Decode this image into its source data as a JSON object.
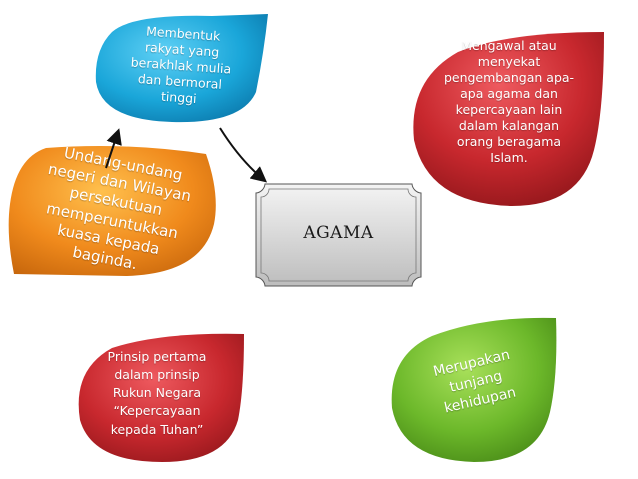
{
  "center": {
    "title": "AGAMA"
  },
  "nodes": {
    "cyan": {
      "text": "Membentuk\nrakyat yang\nberakhlak mulia\ndan bermoral\ntinggi",
      "color": "#1aa6d9"
    },
    "red_top": {
      "text": "Mengawal atau\nmenyekat\npengembangan apa-\napa agama dan\nkepercayaan lain\ndalam kalangan\norang beragama\nIslam.",
      "color": "#c8282e"
    },
    "orange": {
      "text": "Undang-undang\nnegeri dan Wilayan\npersekutuan\nmemperuntukkan\nkuasa kepada\nbaginda.",
      "color": "#f08a1c"
    },
    "red_bottom": {
      "text": "Prinsip pertama\ndalam prinsip\nRukun Negara\n“Kepercayaan\nkepada Tuhan”",
      "color": "#c8282e"
    },
    "green": {
      "text": "Merupakan\ntunjang\nkehidupan",
      "color": "#6cb82a"
    }
  }
}
